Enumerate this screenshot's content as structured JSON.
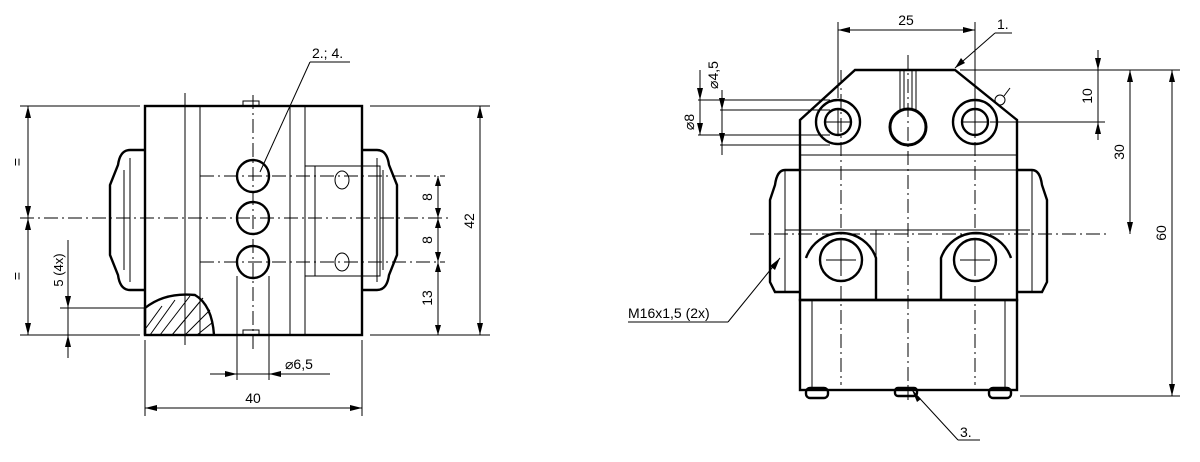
{
  "front_view": {
    "dims": {
      "width": "40",
      "height": "42",
      "pitch_upper": "8",
      "pitch_lower": "8",
      "bottom_offset": "13",
      "hole_diameter": "⌀6,5",
      "slot_depth": "5 (4x)",
      "equal_upper": "=",
      "equal_lower": "="
    },
    "callouts": {
      "holes": "2.; 4."
    }
  },
  "side_view": {
    "dims": {
      "top_width": "25",
      "top_offset": "10",
      "center_height": "30",
      "total_height": "60",
      "small_diameter": "⌀4,5",
      "large_diameter": "⌀8",
      "thread": "M16x1,5 (2x)"
    },
    "callouts": {
      "top": "1.",
      "bottom": "3."
    }
  },
  "colors": {
    "line": "#000000",
    "background": "#ffffff"
  }
}
